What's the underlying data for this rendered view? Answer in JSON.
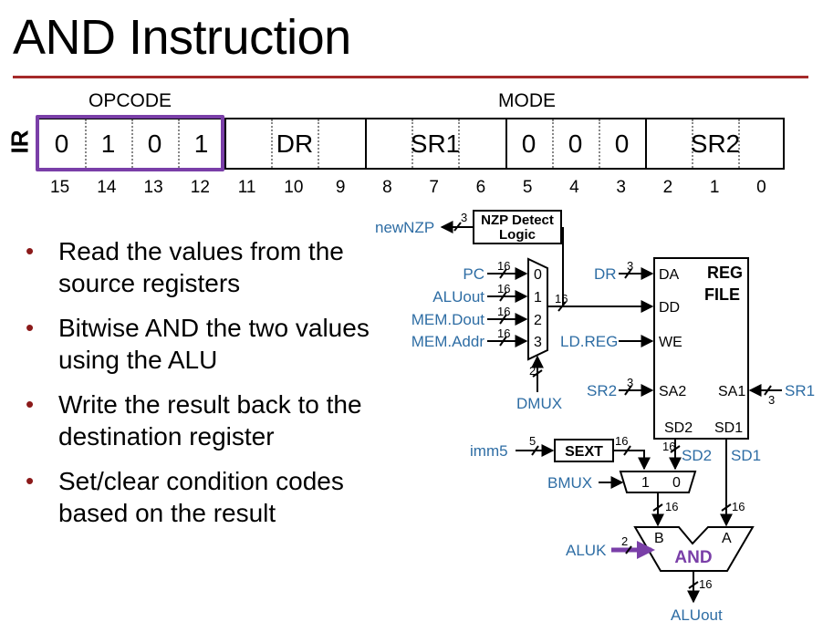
{
  "title": "AND Instruction",
  "ir": {
    "label": "IR",
    "opcode_header": "OPCODE",
    "mode_header": "MODE",
    "opcode_bits": [
      "0",
      "1",
      "0",
      "1"
    ],
    "dr": "DR",
    "sr1": "SR1",
    "mode_bits": [
      "0",
      "0",
      "0"
    ],
    "sr2": "SR2",
    "bit_numbers": [
      "15",
      "14",
      "13",
      "12",
      "11",
      "10",
      "9",
      "8",
      "7",
      "6",
      "5",
      "4",
      "3",
      "2",
      "1",
      "0"
    ]
  },
  "bullets": [
    "Read the values from the source registers",
    "Bitwise AND the two values using the ALU",
    "Write the result back to the destination register",
    "Set/clear condition codes based on the result"
  ],
  "datapath": {
    "nzp_block": "NZP Detect Logic",
    "nzp_block_line1": "NZP Detect",
    "nzp_block_line2": "Logic",
    "new_nzp": "newNZP",
    "nzp_width": "3",
    "mux_inputs": [
      "PC",
      "ALUout",
      "MEM.Dout",
      "MEM.Addr"
    ],
    "mux_selects": [
      "0",
      "1",
      "2",
      "3"
    ],
    "mux_input_width": "16",
    "mux_out_width": "16",
    "mux_sel_width": "2",
    "dmux": "DMUX",
    "regfile_title_1": "REG",
    "regfile_title_2": "FILE",
    "regfile_ports": {
      "da": "DA",
      "dd": "DD",
      "we": "WE",
      "sa2": "SA2",
      "sa1": "SA1",
      "sd2": "SD2",
      "sd1": "SD1"
    },
    "dr_in": "DR",
    "dr_width": "3",
    "ld_reg": "LD.REG",
    "sr2_in": "SR2",
    "sr2_width": "3",
    "sr1_in": "SR1",
    "sr1_width": "3",
    "imm5": "imm5",
    "imm5_width": "5",
    "sext": "SEXT",
    "sext_out_width": "16",
    "sd2_out": "SD2",
    "sd2_width": "16",
    "sd1_out": "SD1",
    "bmux": "BMUX",
    "bmux_inputs": [
      "1",
      "0"
    ],
    "bmux_out_width": "16",
    "sd1_bus_width": "16",
    "aluk": "ALUK",
    "aluk_width": "2",
    "alu_b": "B",
    "alu_a": "A",
    "alu_op": "AND",
    "alu_out_width": "16",
    "alu_out": "ALUout"
  },
  "colors": {
    "title_rule": "#a52a2a",
    "opcode_highlight": "#7a3fa8",
    "signal_label": "#2e6da4",
    "bullet": "#8b1a1a",
    "aluk_arrow": "#7a3fa8"
  }
}
